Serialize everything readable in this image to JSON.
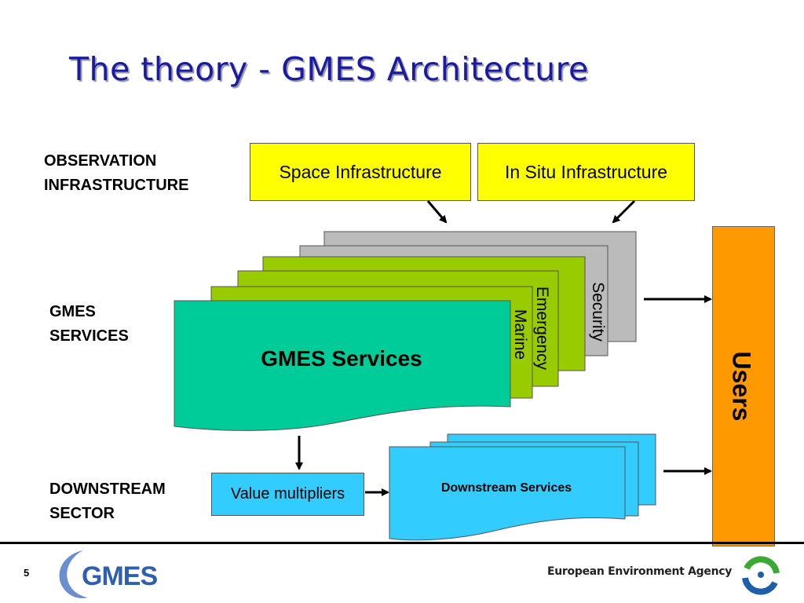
{
  "title": "The theory - GMES Architecture",
  "sections": {
    "observation_line1": "OBSERVATION",
    "observation_line2": "INFRASTRUCTURE",
    "services_line1": "GMES",
    "services_line2": "SERVICES",
    "downstream_line1": "DOWNSTREAM",
    "downstream_line2": "SECTOR"
  },
  "infrastructure": {
    "space": "Space Infrastructure",
    "in_situ": "In Situ Infrastructure"
  },
  "services": {
    "main": "GMES Services",
    "security": "Security",
    "emergency": "Emergency",
    "marine": "Marine"
  },
  "downstream": {
    "value_multipliers": "Value multipliers",
    "services": "Downstream Services"
  },
  "users": "Users",
  "footer": {
    "page_number": "5",
    "logo_text": "GMES",
    "agency": "European Environment Agency"
  },
  "colors": {
    "title": "#1a1aa6",
    "infrastructure": "#ffff00",
    "security_layer": "#bbbbbb",
    "thematic_layers": "#99cc00",
    "gmes_services": "#00cc99",
    "downstream": "#33ccff",
    "users": "#ff9900"
  }
}
